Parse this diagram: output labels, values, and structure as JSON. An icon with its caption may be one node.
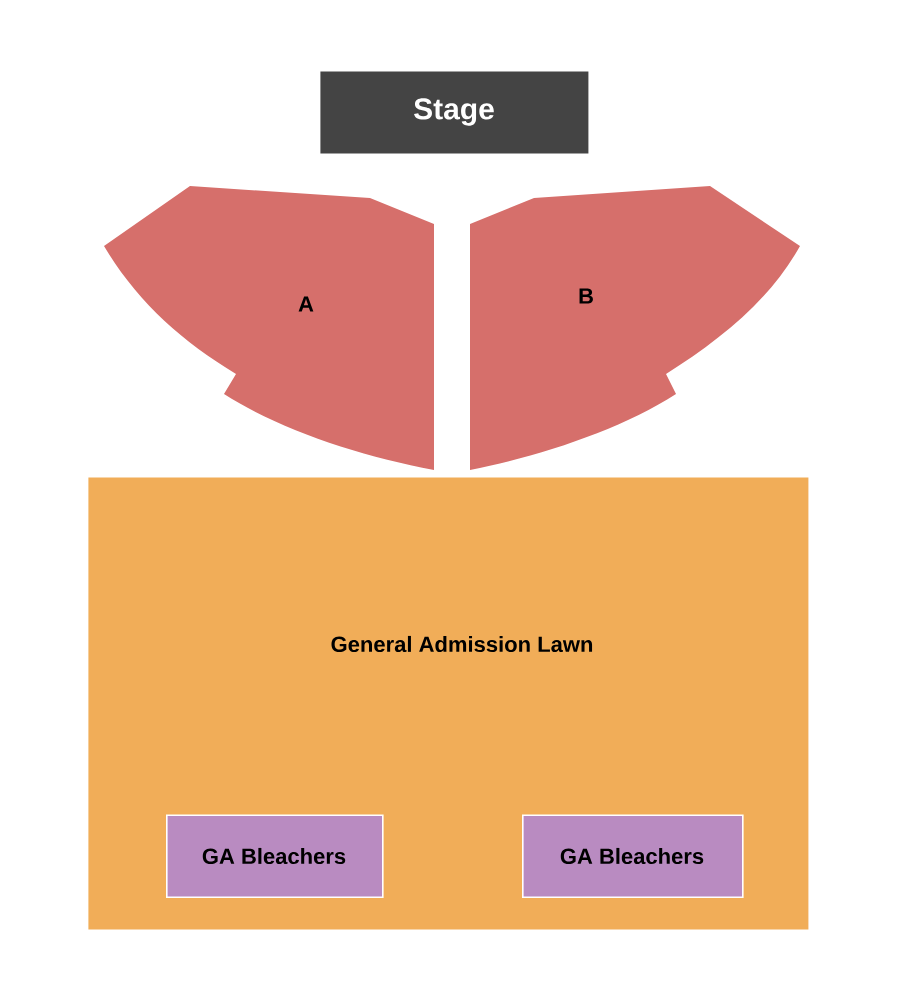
{
  "diagram": {
    "nodes": [
      {
        "text": [
          "Stage"
        ]
      },
      {
        "text": [
          "A"
        ]
      },
      {
        "text": [
          "B"
        ]
      },
      {
        "text": [
          "General Admission Lawn"
        ]
      },
      {
        "text": [
          "GA Bleachers"
        ],
        "in": 3
      },
      {
        "text": [
          "GA Bleachers"
        ],
        "in": 3
      }
    ]
  }
}
